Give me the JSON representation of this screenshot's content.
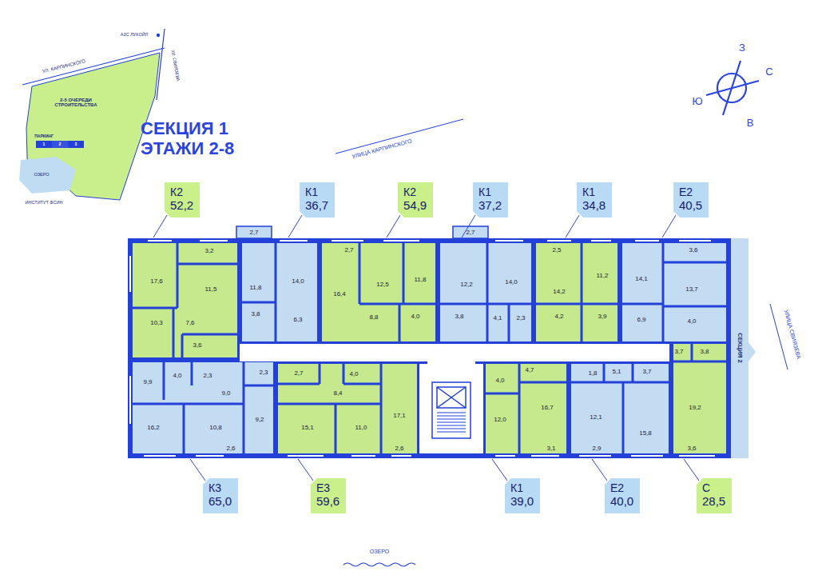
{
  "diagram": {
    "title": "СЕКЦИЯ 1 ЭТАЖИ 2-8",
    "nodes": [
      {
        "text": [
          "К2",
          "52,2"
        ]
      },
      {
        "text": [
          "К1",
          "36,7"
        ]
      },
      {
        "text": [
          "К2",
          "54,9"
        ]
      },
      {
        "text": [
          "К1",
          "37,2"
        ]
      },
      {
        "text": [
          "К1",
          "34,8"
        ]
      },
      {
        "text": [
          "Е2",
          "40,5"
        ]
      },
      {
        "text": [
          "К3",
          "65,0"
        ]
      },
      {
        "text": [
          "Е3",
          "59,6"
        ]
      },
      {
        "text": [
          "К1",
          "39,0"
        ]
      },
      {
        "text": [
          "Е2",
          "40,0"
        ]
      },
      {
        "text": [
          "С",
          "28,5"
        ]
      }
    ],
    "labels": [
      "3,2",
      "17,6",
      "11,5",
      "10,3",
      "7,6",
      "3,6",
      "2,7",
      "11,8",
      "14,0",
      "3,8",
      "6,3",
      "2,7",
      "16,4",
      "12,5",
      "11,8",
      "8,8",
      "4,0",
      "2,7",
      "12,2",
      "14,0",
      "3,8",
      "4,1",
      "2,3",
      "2,5",
      "14,2",
      "11,2",
      "4,2",
      "3,9",
      "3,6",
      "14,1",
      "13,7",
      "6,9",
      "4,0",
      "9,9",
      "4,0",
      "2,3",
      "9,0",
      "2,3",
      "9,2",
      "16,2",
      "10,8",
      "2,6",
      "2,7",
      "4,0",
      "8,4",
      "15,1",
      "11,0",
      "17,1",
      "2,6",
      "4,7",
      "4,0",
      "12,0",
      "16,7",
      "3,1",
      "1,8",
      "5,1",
      "3,7",
      "12,1",
      "15,8",
      "2,9",
      "3,7",
      "3,8",
      "19,2",
      "3,6",
      "СЕКЦИЯ 2",
      "УЛИЦА КАРПИНСКОГО",
      "УЛИЦА СВИЯЗЕВА",
      "ОЗЕРО",
      "З",
      "С",
      "Ю",
      "В",
      "УЛ. КАРПИНСКОГО",
      "АЗС ЛУКОЙЛ",
      "УЛ. СВИЯЗЕВА",
      "2-5 ОЧЕРЕДИ СТРОИТЕЛЬСТВА",
      "ПАРКИНГ",
      "1",
      "2",
      "3",
      "ОЗЕРО",
      "ИНСТИТУТ ФСИН"
    ]
  }
}
